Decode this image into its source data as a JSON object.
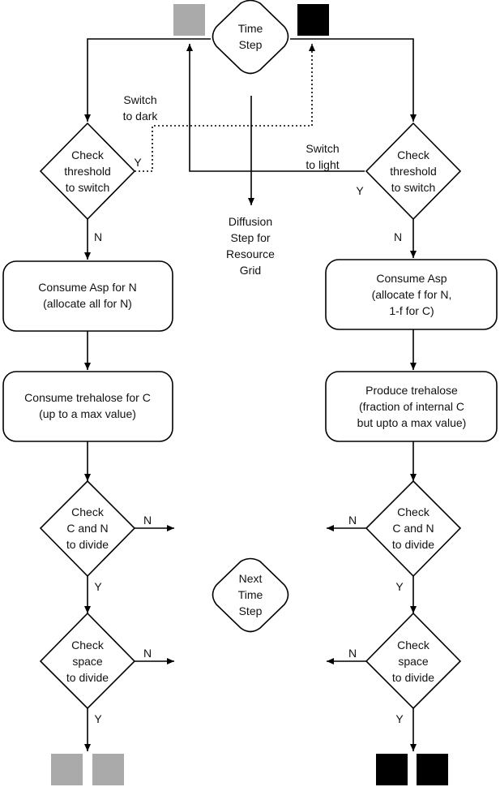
{
  "nodes": {
    "time_step": "Time\nStep",
    "diffusion": "Diffusion\nStep for\nResource\nGrid",
    "next_step": "Next\nTime\nStep",
    "left_threshold": "Check\nthreshold\nto switch",
    "right_threshold": "Check\nthreshold\nto switch",
    "left_consume_asp": "Consume Asp for N\n(allocate all for N)",
    "right_consume_asp": "Consume Asp\n(allocate f for N,\n1-f for C)",
    "left_trehalose": "Consume trehalose for C\n(up to a max value)",
    "right_trehalose": "Produce trehalose\n(fraction of internal C\nbut upto a max value)",
    "left_cn_divide": "Check\nC and N\nto divide",
    "right_cn_divide": "Check\nC and N\nto divide",
    "left_space_divide": "Check\nspace\nto divide",
    "right_space_divide": "Check\nspace\nto divide"
  },
  "edge_labels": {
    "switch_to_dark": "Switch\nto dark",
    "switch_to_light": "Switch\nto light",
    "yes": "Y",
    "no": "N"
  },
  "colors": {
    "light_cell": "#aaaaaa",
    "dark_cell": "#000000",
    "line": "#000000"
  }
}
